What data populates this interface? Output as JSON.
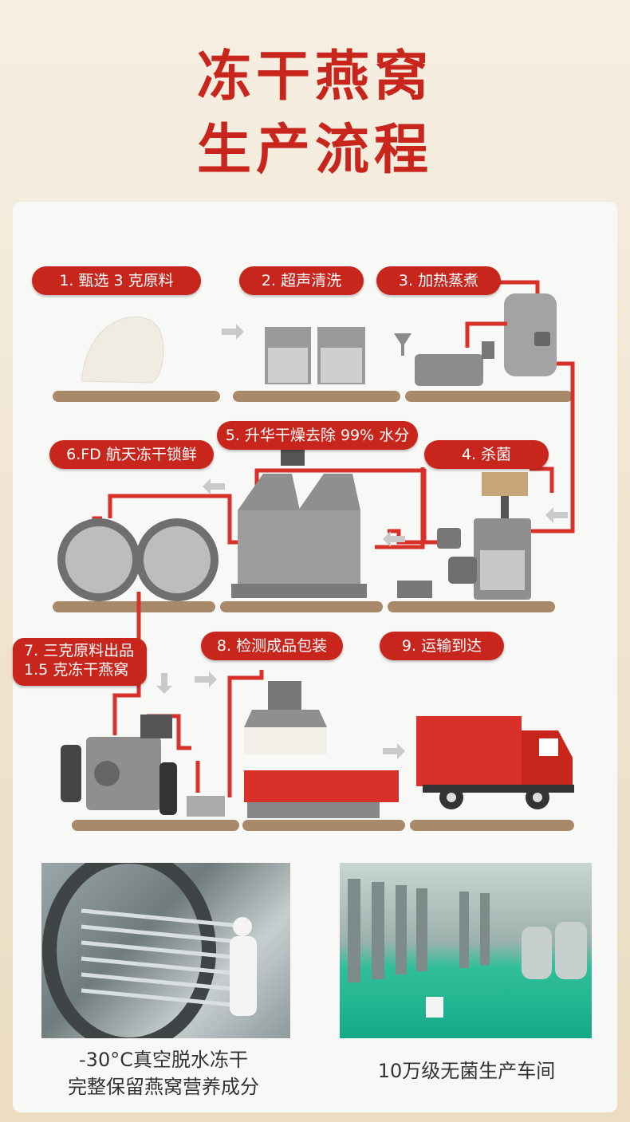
{
  "header": {
    "title_line1": "冻干燕窝",
    "title_line2": "生产流程"
  },
  "steps": [
    {
      "label": "1. 甄选 3 克原料"
    },
    {
      "label": "2. 超声清洗"
    },
    {
      "label": "3. 加热蒸煮"
    },
    {
      "label": "4. 杀菌"
    },
    {
      "label": "5. 升华干燥去除 99% 水分"
    },
    {
      "label": "6.FD 航天冻干锁鲜"
    },
    {
      "label_line1": "7. 三克原料出品",
      "label_line2": "1.5 克冻干燕窝"
    },
    {
      "label": "8. 检测成品包装"
    },
    {
      "label": "9. 运输到达"
    }
  ],
  "photos": [
    {
      "caption_line1": "-30°C真空脱水冻干",
      "caption_line2": "完整保留燕窝营养成分"
    },
    {
      "caption_line1": "10万级无菌生产车间"
    }
  ],
  "colors": {
    "accent_red": "#c8251d",
    "pipe_red": "#d9302a",
    "machine_gray": "#8c8c8c",
    "shelf_brown": "#a88a6a",
    "factory_green": "#2fbf9a"
  }
}
